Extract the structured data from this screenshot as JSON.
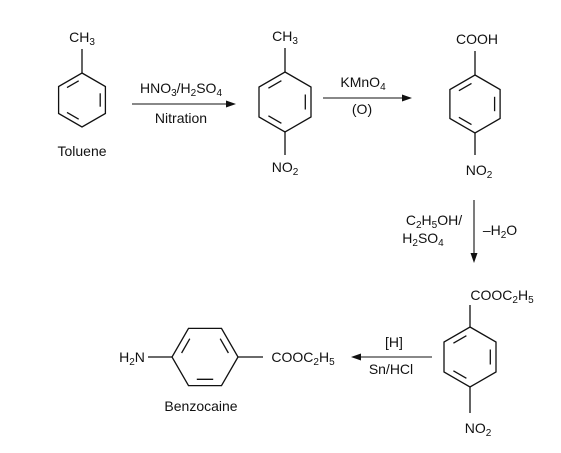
{
  "molecules": [
    {
      "name": "toluene",
      "substituents": {
        "top": [
          "CH",
          {
            "sub": "3"
          }
        ]
      },
      "caption": "Toluene"
    },
    {
      "name": "p-nitrotoluene",
      "substituents": {
        "top": [
          "CH",
          {
            "sub": "3"
          }
        ],
        "bottom": [
          "NO",
          {
            "sub": "2"
          }
        ]
      },
      "caption": ""
    },
    {
      "name": "p-nitrobenzoic-acid",
      "substituents": {
        "top": [
          "COOH"
        ],
        "bottom": [
          "NO",
          {
            "sub": "2"
          }
        ]
      },
      "caption": ""
    },
    {
      "name": "ethyl-p-nitrobenzoate",
      "substituents": {
        "top": [
          "COOC",
          {
            "sub": "2"
          },
          "H",
          {
            "sub": "5"
          }
        ],
        "bottom": [
          "NO",
          {
            "sub": "2"
          }
        ]
      },
      "caption": ""
    },
    {
      "name": "benzocaine",
      "substituents": {
        "left": [
          "H",
          {
            "sub": "2"
          },
          "N"
        ],
        "right": [
          "COOC",
          {
            "sub": "2"
          },
          "H",
          {
            "sub": "5"
          }
        ]
      },
      "caption": "Benzocaine"
    }
  ],
  "reactions": [
    {
      "name": "nitration",
      "reagent_above": [
        "HNO",
        {
          "sub": "3"
        },
        "/H",
        {
          "sub": "2"
        },
        "SO",
        {
          "sub": "4"
        }
      ],
      "reagent_below": [
        "Nitration"
      ]
    },
    {
      "name": "oxidation",
      "reagent_above": [
        "KMnO",
        {
          "sub": "4"
        }
      ],
      "reagent_below": [
        "(O)"
      ]
    },
    {
      "name": "esterification",
      "reagent_left_line1": [
        "C",
        {
          "sub": "2"
        },
        "H",
        {
          "sub": "5"
        },
        "OH/"
      ],
      "reagent_left_line2": [
        "H",
        {
          "sub": "2"
        },
        "SO",
        {
          "sub": "4"
        }
      ],
      "reagent_right": [
        "–H",
        {
          "sub": "2"
        },
        "O"
      ]
    },
    {
      "name": "reduction",
      "reagent_above": [
        "[H]"
      ],
      "reagent_below": [
        "Sn/HCl"
      ]
    }
  ],
  "colors": {
    "ink": "#111111",
    "background": "#ffffff"
  }
}
